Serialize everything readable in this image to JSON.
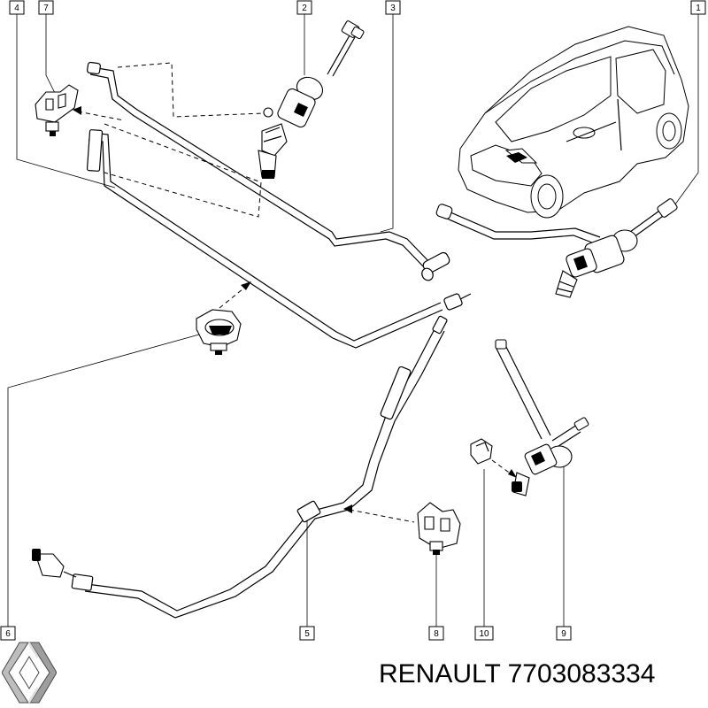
{
  "diagram": {
    "callouts": [
      {
        "number": "1"
      },
      {
        "number": "2"
      },
      {
        "number": "3"
      },
      {
        "number": "4"
      },
      {
        "number": "5"
      },
      {
        "number": "6"
      },
      {
        "number": "7"
      },
      {
        "number": "8"
      },
      {
        "number": "9"
      },
      {
        "number": "10"
      }
    ]
  },
  "footer": {
    "brand": "RENAULT",
    "part_number": "7703083334",
    "logo_icon": "renault-logo-icon"
  }
}
